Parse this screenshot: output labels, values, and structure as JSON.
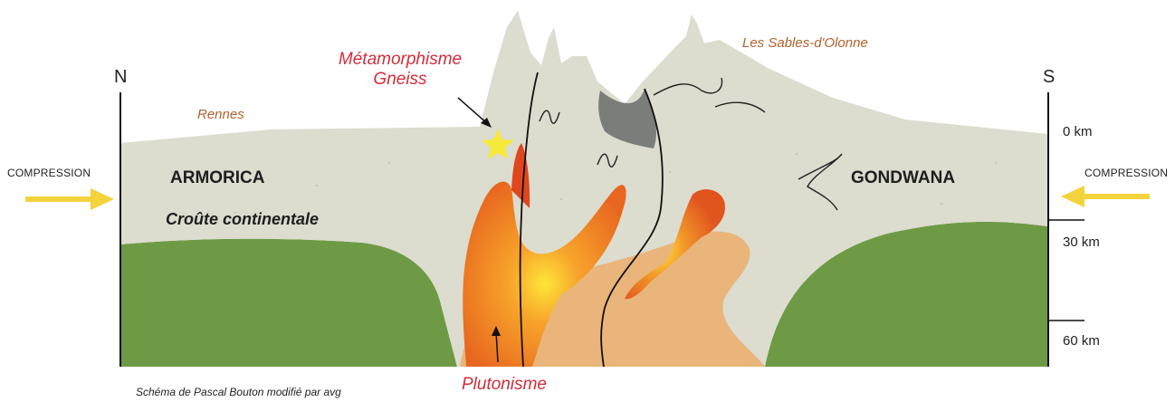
{
  "labels": {
    "north": "N",
    "south": "S",
    "rennes": "Rennes",
    "sables": "Les Sables-d'Olonne",
    "metamorphism_line1": "Métamorphisme",
    "metamorphism_line2": "Gneiss",
    "compression_left": "COMPRESSION",
    "compression_right": "COMPRESSION",
    "armorica": "ARMORICA",
    "crust": "Croûte continentale",
    "gondwana": "GONDWANA",
    "depth_0": "0 km",
    "depth_30": "30 km",
    "depth_60": "60 km",
    "plutonism": "Plutonisme",
    "credit": "Schéma de Pascal Bouton modifié par avg"
  },
  "colors": {
    "crust": "#dcdccf",
    "mantle": "#6f9a45",
    "melt_zone": "#e9b57a",
    "magma_outer": "#e87a22",
    "magma_core": "#fde63a",
    "gneiss_star": "#f7ea3a",
    "dark_rock": "#7b7d7a",
    "arrow_yellow": "#f3d33b",
    "red_text": "#d42c3b",
    "brown_text": "#b3612c"
  }
}
